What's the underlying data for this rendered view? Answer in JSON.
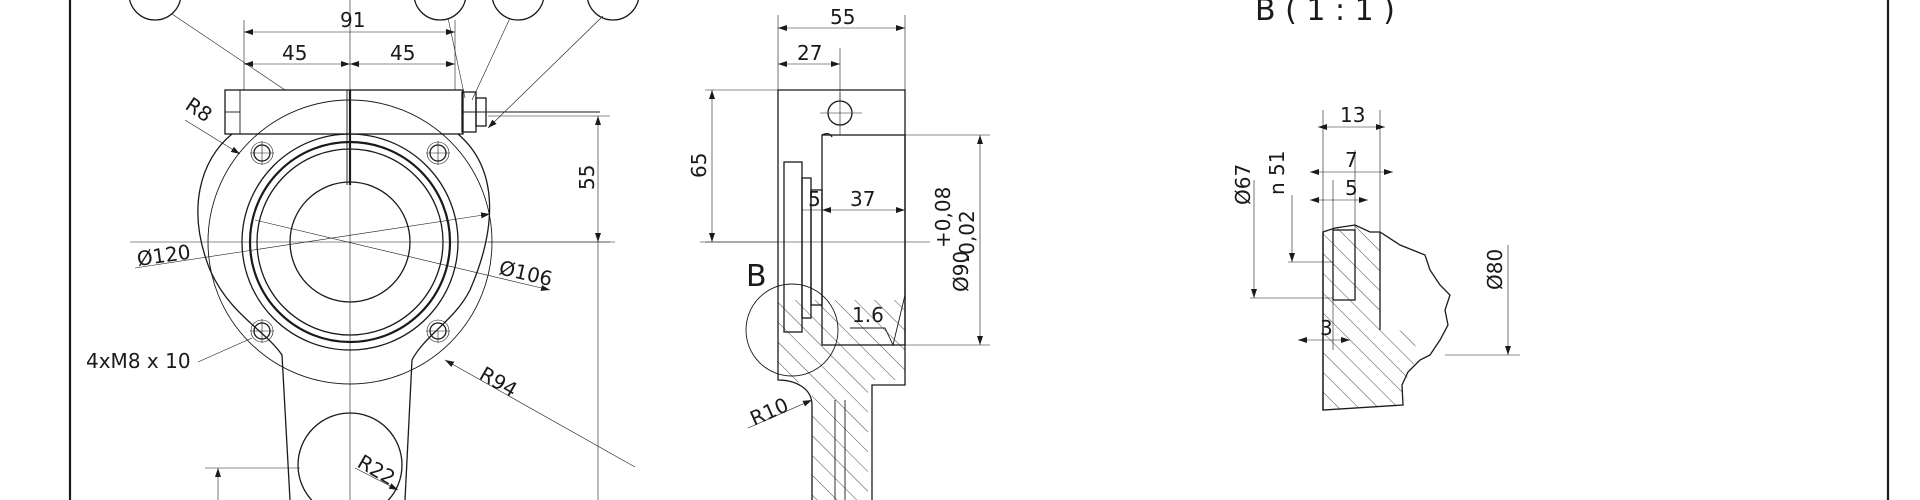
{
  "drawing": {
    "front_view": {
      "dims": {
        "overall_width": "91",
        "half_left": "45",
        "half_right": "45",
        "height_55": "55",
        "radius_r8": "R8",
        "dia_120": "Ø120",
        "dia_106": "Ø106",
        "holes": "4xM8 x 10",
        "radius_r94": "R94",
        "radius_r22": "R22"
      }
    },
    "side_view": {
      "dims": {
        "width_55": "55",
        "width_27": "27",
        "height_65": "65",
        "dim_5": "5",
        "dim_37": "37",
        "tol_upper": "+0,08",
        "tol_lower": "-0,02",
        "dia_90": "Ø90",
        "roughness": "1.6",
        "radius_r10": "R10"
      },
      "detail_marker": "B"
    },
    "detail_view": {
      "title": "B ( 1 : 1 )",
      "dims": {
        "dim_13": "13",
        "dim_7": "7",
        "dim_5": "5",
        "dim_3": "3",
        "dia_67": "Ø67",
        "n51": "n 51",
        "dia_80": "Ø80"
      }
    }
  }
}
